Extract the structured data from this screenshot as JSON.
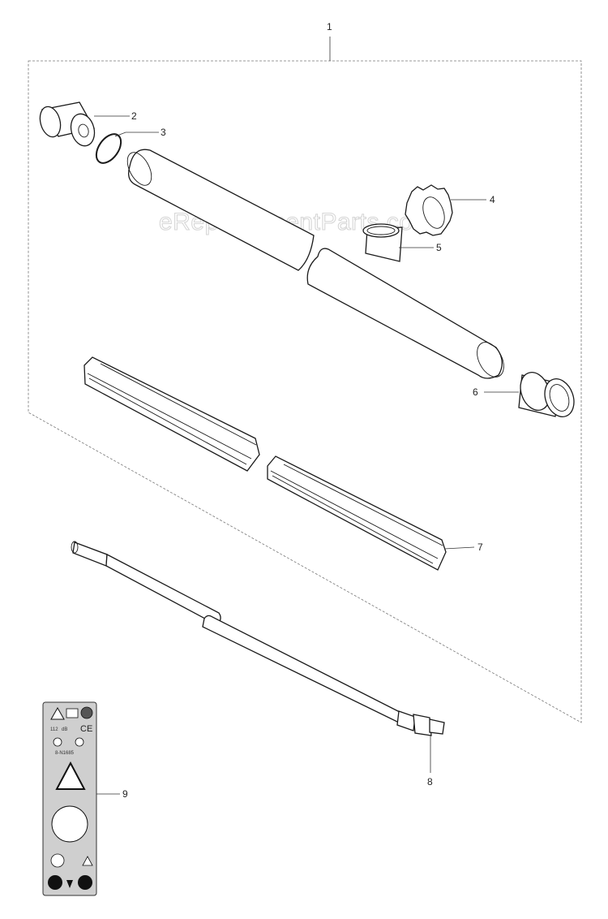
{
  "watermark": "eReplacementParts.com",
  "callouts": [
    "1",
    "2",
    "3",
    "4",
    "5",
    "6",
    "7",
    "8",
    "9"
  ],
  "decal": {
    "ce_mark": "CE",
    "code_text": "8-N1685",
    "sound_level_a": "112",
    "sound_level_b": "dB"
  }
}
